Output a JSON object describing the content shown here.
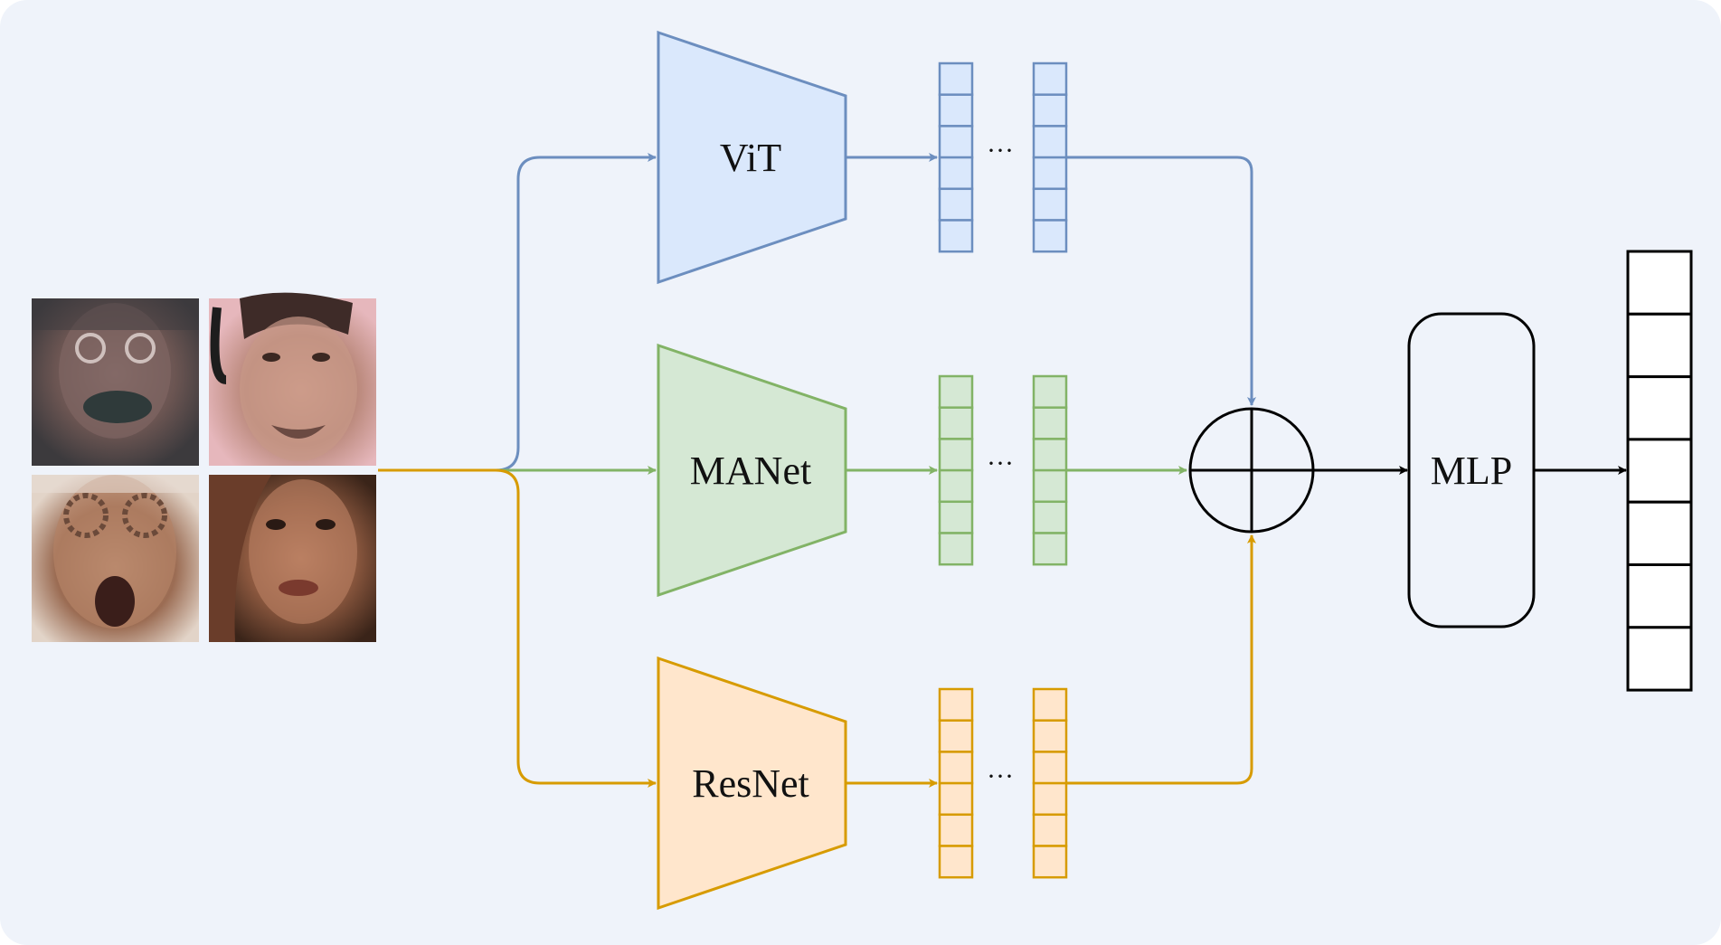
{
  "colors": {
    "background": "#eff3fa",
    "vit_stroke": "#6c8ebf",
    "vit_fill": "#dae8fc",
    "manet_stroke": "#82b366",
    "manet_fill": "#d5e8d4",
    "resnet_stroke": "#d79b00",
    "resnet_fill": "#ffe6cc",
    "black": "#000000"
  },
  "input_faces": [
    {
      "name": "face-angry-glasses",
      "description_colors": [
        "#6b5552",
        "#3c3a3d",
        "#8e7370"
      ]
    },
    {
      "name": "face-man-headset",
      "description_colors": [
        "#e6b7bc",
        "#b98779",
        "#6b4a42"
      ]
    },
    {
      "name": "face-surprised-glasses",
      "description_colors": [
        "#d9c7b9",
        "#9b6c53",
        "#5a3c30"
      ]
    },
    {
      "name": "face-fearful-woman",
      "description_colors": [
        "#6a3d2a",
        "#b47a5e",
        "#3a2419"
      ]
    }
  ],
  "branches": [
    {
      "id": "vit",
      "label": "ViT",
      "stroke": "#6c8ebf",
      "fill": "#dae8fc"
    },
    {
      "id": "manet",
      "label": "MANet",
      "stroke": "#82b366",
      "fill": "#d5e8d4"
    },
    {
      "id": "resnet",
      "label": "ResNet",
      "stroke": "#d79b00",
      "fill": "#ffe6cc"
    }
  ],
  "ellipsis": "···",
  "fusion": {
    "symbol": "oplus"
  },
  "mlp": {
    "label": "MLP"
  },
  "output": {
    "cells": 7
  }
}
